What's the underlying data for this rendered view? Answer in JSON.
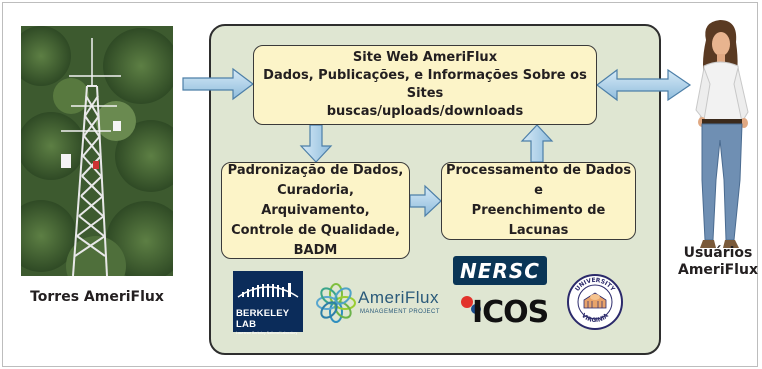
{
  "diagram": {
    "left_caption": "Torres AmeriFlux",
    "right_caption_line1": "Usuários",
    "right_caption_line2": "AmeriFlux",
    "website_box": {
      "title": "Site Web AmeriFlux",
      "line2": "Dados, Publicações, e Informações Sobre os Sites",
      "line3": "buscas/uploads/downloads"
    },
    "standardization_box": {
      "line1": "Padronização de Dados,",
      "line2": "Curadoria, Arquivamento,",
      "line3": "Controle de Qualidade,",
      "line4": "BADM"
    },
    "processing_box": {
      "line1": "Processamento de Dados e",
      "line2": "Preenchimento de Lacunas"
    }
  },
  "logos": {
    "berkeley_lab": {
      "name": "BERKELEY LAB",
      "subtitle": "Lawrence Berkeley National Laboratory"
    },
    "ameriflux": {
      "name": "AmeriFlux",
      "subtitle": "MANAGEMENT PROJECT"
    },
    "nersc": {
      "name": "NERSC"
    },
    "icos": {
      "name": "ICOS"
    },
    "virginia": {
      "top_text": "UNIVERSITY",
      "bottom_text": "VIRGINIA"
    }
  },
  "colors": {
    "panel_bg": "#dfe6d2",
    "box_bg": "#fcf4c8",
    "arrow_fill": "#a9cde6",
    "arrow_stroke": "#4d7fa8"
  }
}
